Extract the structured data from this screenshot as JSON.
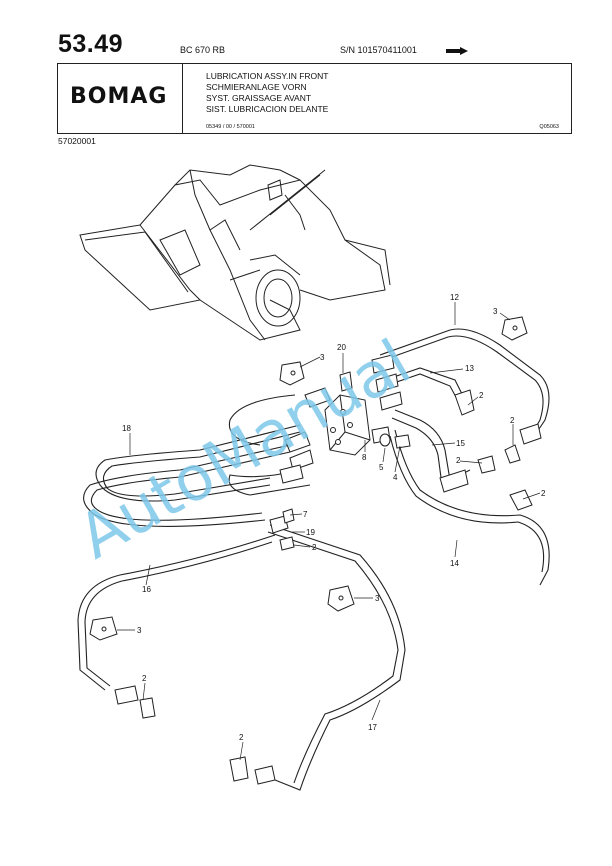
{
  "header": {
    "page_number": "53.49",
    "model": "BC 670 RB",
    "serial": "S/N 101570411001"
  },
  "title_box": {
    "logo": "BOMAG",
    "lines": [
      "LUBRICATION ASSY.IN FRONT",
      "SCHMIERANLAGE VORN",
      "SYST. GRAISSAGE AVANT",
      "SIST. LUBRICACION DELANTE"
    ],
    "code_left": "05349 / 00 / 570001",
    "code_right": "Q05063"
  },
  "doc_number": "57020001",
  "watermark": "AutoManual",
  "callouts": [
    "12",
    "3",
    "20",
    "3",
    "13",
    "2",
    "2",
    "18",
    "8",
    "15",
    "2",
    "5",
    "4",
    "2",
    "7",
    "19",
    "2",
    "14",
    "16",
    "3",
    "3",
    "2",
    "17",
    "2"
  ]
}
